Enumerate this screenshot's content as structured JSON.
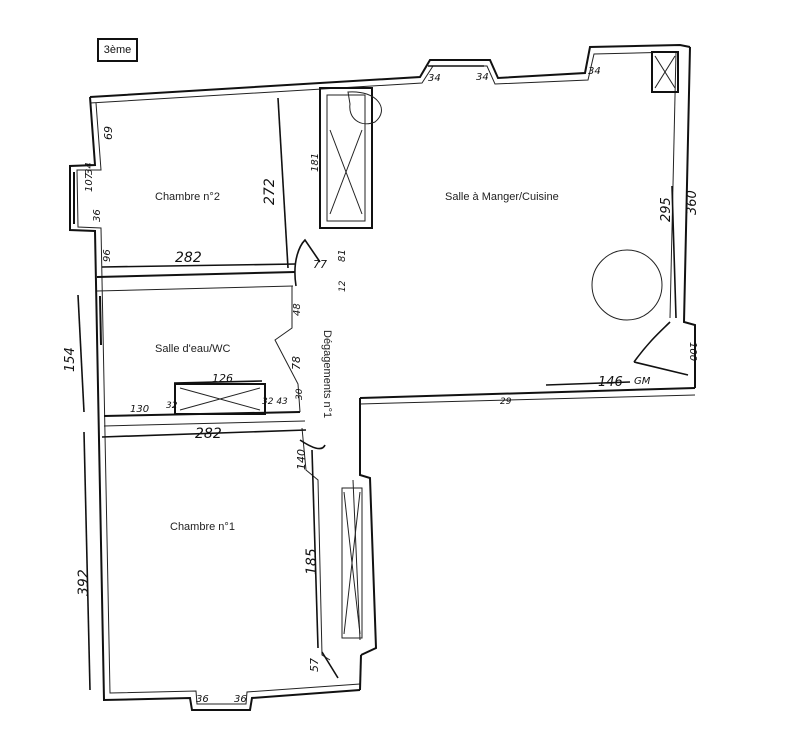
{
  "floor": {
    "label": "3ème"
  },
  "rooms": {
    "chambre2": "Chambre n°2",
    "salle_manger": "Salle à Manger/Cuisine",
    "salle_eau": "Salle d'eau/WC",
    "degagement": "Dégagements n°1",
    "chambre1": "Chambre n°1"
  },
  "dimensions": {
    "top_window_left": "34",
    "top_window_right": "34",
    "top_right_window": "34",
    "c2_69": "69",
    "c2_107": "107",
    "c2_34": "34",
    "c2_36": "36",
    "c2_272": "272",
    "c2_181": "181",
    "c2_96": "96",
    "c2_282": "282",
    "c2_77": "77",
    "c2_81": "81",
    "c2_12": "12",
    "sm_295": "295",
    "sm_360": "360",
    "sm_100": "100",
    "sm_146": "146",
    "sm_gm": "GM",
    "sm_29": "29",
    "se_154": "154",
    "se_48": "48",
    "se_78": "78",
    "se_126": "126",
    "se_130": "130",
    "se_32": "32",
    "se_30": "30",
    "se_3243": "32 43",
    "c1_282": "282",
    "c1_140": "140",
    "c1_392": "392",
    "c1_185": "185",
    "c1_57": "57",
    "bottom_36a": "36",
    "bottom_36b": "36"
  }
}
